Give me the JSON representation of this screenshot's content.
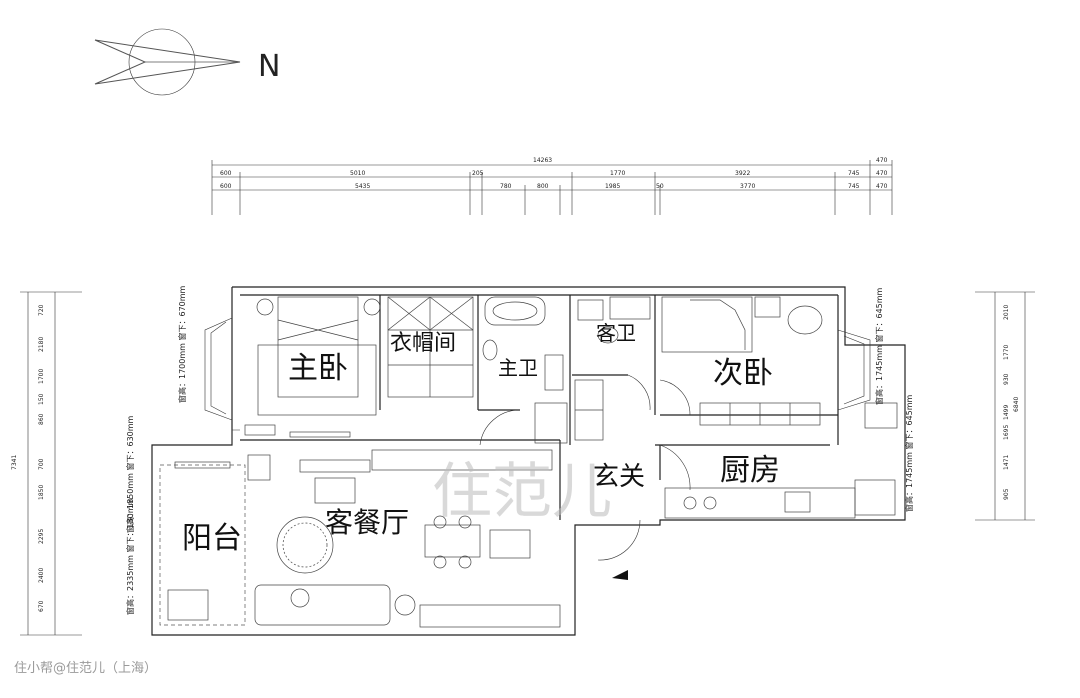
{
  "north": {
    "label": "N"
  },
  "rooms": {
    "master_bedroom": "主卧",
    "walk_in_closet": "衣帽间",
    "master_bath": "主卫",
    "guest_bath": "客卫",
    "second_bedroom": "次卧",
    "entrance": "玄关",
    "kitchen": "厨房",
    "living_dining": "客餐厅",
    "balcony": "阳台"
  },
  "window_notes": {
    "master_bedroom": "窗高：1700mm 窗下：670mm",
    "second_bedroom": "窗高：1745mm 窗下：645mm",
    "kitchen": "窗高：1745mm 窗下：645mm",
    "balcony_upper": "窗高：1850mm 窗下：630mm",
    "balcony_lower": "窗高：2335mm 窗下：130mm"
  },
  "dimensions": {
    "top_total": "14263",
    "top_right_total": "470",
    "top_row1": [
      "600",
      "5010",
      "205",
      "1770",
      "3922",
      "745",
      "470"
    ],
    "top_row2": [
      "600",
      "5435",
      "780",
      "800",
      "1985",
      "50",
      "3770",
      "745",
      "470"
    ],
    "left_total": "7341",
    "left_segments": [
      "720",
      "2180",
      "1700",
      "150",
      "860",
      "700",
      "1850",
      "2295",
      "2400",
      "670"
    ],
    "right_total": "6840",
    "right_segments": [
      "2010",
      "1770",
      "930",
      "1499",
      "1695",
      "1471",
      "905"
    ]
  },
  "watermark": {
    "brand": "住范儿",
    "tag": "住小帮@住范儿（上海）"
  },
  "colors": {
    "line": "#222222",
    "background": "#ffffff",
    "watermark": "#bbbbbb"
  }
}
